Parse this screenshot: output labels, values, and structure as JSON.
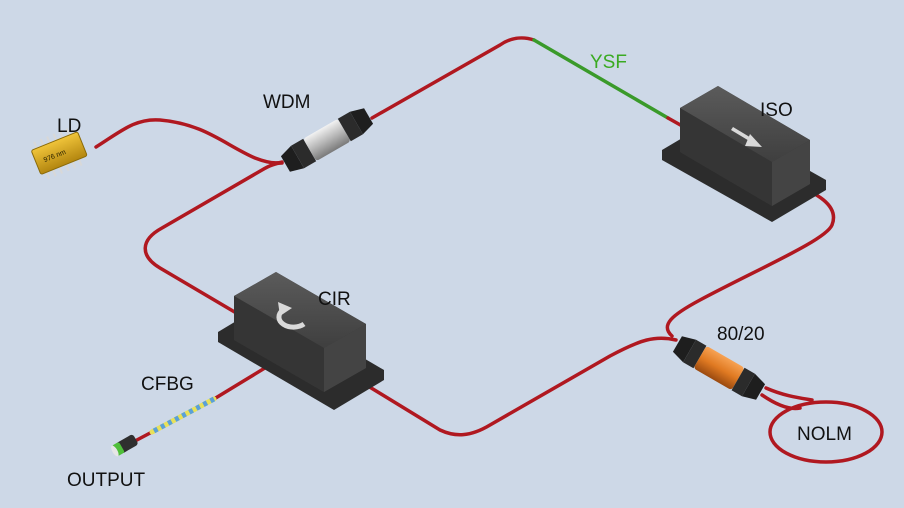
{
  "labels": {
    "ld": "LD",
    "chip_wavelength": "976 nm",
    "wdm": "WDM",
    "ysf": "YSF",
    "iso": "ISO",
    "cir": "CIR",
    "coupler": "80/20",
    "cfbg": "CFBG",
    "nolm": "NOLM",
    "output": "OUTPUT"
  },
  "colors": {
    "background": "#cdd8e7",
    "fiber": "#b01820",
    "ysf_fiber": "#3a9a2a",
    "ysf_label": "#3aaa22",
    "box": "#4a4a4a",
    "coupler_body": "#e07a22",
    "wdm_body": "#c0c0c0",
    "chip": "#d4a017",
    "cfbg_stripe_a": "#e8e15a",
    "cfbg_stripe_b": "#5aa0d8",
    "output_head": "#4fbf3a"
  },
  "icons": {
    "iso": "right-arrow-icon",
    "cir": "circular-arrow-icon"
  }
}
